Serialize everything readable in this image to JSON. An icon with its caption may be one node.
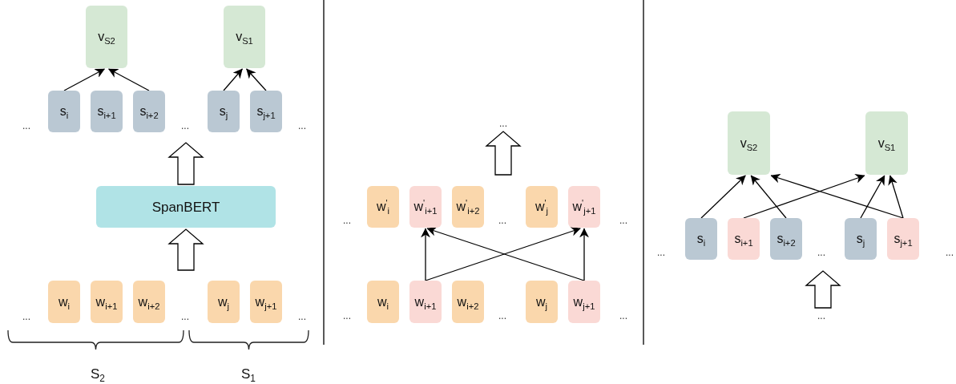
{
  "diagram": {
    "nodes": [
      {
        "text": [
          "v$_{S2}$"
        ]
      },
      {
        "text": [
          "v$_{S1}$"
        ]
      },
      {
        "text": [
          "s$_{i}$"
        ]
      },
      {
        "text": [
          "s$_{i+1}$"
        ]
      },
      {
        "text": [
          "s$_{i+2}$"
        ]
      },
      {
        "text": [
          "s$_{j}$"
        ]
      },
      {
        "text": [
          "s$_{j+1}$"
        ]
      },
      {
        "text": [
          "SpanBERT"
        ]
      },
      {
        "text": [
          "w$_{i}$"
        ]
      },
      {
        "text": [
          "w$_{i+1}$"
        ]
      },
      {
        "text": [
          "w$_{i+2}$"
        ]
      },
      {
        "text": [
          "w$_{j}$"
        ]
      },
      {
        "text": [
          "w$_{j+1}$"
        ]
      },
      {
        "text": [
          "..."
        ]
      },
      {
        "text": [
          "w$^{'}$$_{i}$"
        ]
      },
      {
        "text": [
          "w$^{'}$$_{i+1}$"
        ]
      },
      {
        "text": [
          "w$^{'}$$_{i+2}$"
        ]
      },
      {
        "text": [
          "w$^{'}$$_{j}$"
        ]
      },
      {
        "text": [
          "w$^{'}$$_{j+1}$"
        ]
      },
      {
        "text": [
          "w$_{i}$"
        ]
      },
      {
        "text": [
          "w$_{i+1}$"
        ]
      },
      {
        "text": [
          "w$_{i+2}$"
        ]
      },
      {
        "text": [
          "w$_{j}$"
        ]
      },
      {
        "text": [
          "w$_{j+1}$"
        ]
      },
      {
        "text": [
          "v$_{S2}$"
        ]
      },
      {
        "text": [
          "v$_{S1}$"
        ]
      },
      {
        "text": [
          "s$_{i}$"
        ]
      },
      {
        "text": [
          "s$_{i+1}$"
        ]
      },
      {
        "text": [
          "s$_{i+2}$"
        ]
      },
      {
        "text": [
          "s$_{j}$"
        ]
      },
      {
        "text": [
          "s$_{j+1}$"
        ]
      },
      {
        "text": [
          "..."
        ]
      }
    ],
    "edges": [
      {
        "from": 2,
        "to": 0,
        "arrow": "to"
      },
      {
        "from": 4,
        "to": 0,
        "arrow": "to"
      },
      {
        "from": 5,
        "to": 1,
        "arrow": "to"
      },
      {
        "from": 6,
        "to": 1,
        "arrow": "to"
      },
      {
        "from": 7,
        "to": null,
        "arrow": "to",
        "style": "thick"
      },
      {
        "from": null,
        "to": 7,
        "arrow": "to",
        "style": "thick"
      },
      {
        "from": null,
        "to": 13,
        "arrow": "to",
        "style": "thick"
      },
      {
        "from": 20,
        "to": 15,
        "arrow": "to"
      },
      {
        "from": 20,
        "to": 18,
        "arrow": "to"
      },
      {
        "from": 23,
        "to": 15,
        "arrow": "to"
      },
      {
        "from": 23,
        "to": 18,
        "arrow": "to"
      },
      {
        "from": 26,
        "to": 24,
        "arrow": "to"
      },
      {
        "from": 27,
        "to": 25,
        "arrow": "to"
      },
      {
        "from": 28,
        "to": 24,
        "arrow": "to"
      },
      {
        "from": 29,
        "to": 25,
        "arrow": "to"
      },
      {
        "from": 30,
        "to": 24,
        "arrow": "to"
      },
      {
        "from": 30,
        "to": 25,
        "arrow": "to"
      },
      {
        "from": 31,
        "to": null,
        "arrow": "to",
        "style": "thick"
      }
    ],
    "labels": [
      "...",
      "...",
      "...",
      "...",
      "...",
      "...",
      "S$_{2}$",
      "S$_{1}$",
      "...",
      "...",
      "...",
      "...",
      "...",
      "...",
      "...",
      "...",
      "..."
    ]
  }
}
